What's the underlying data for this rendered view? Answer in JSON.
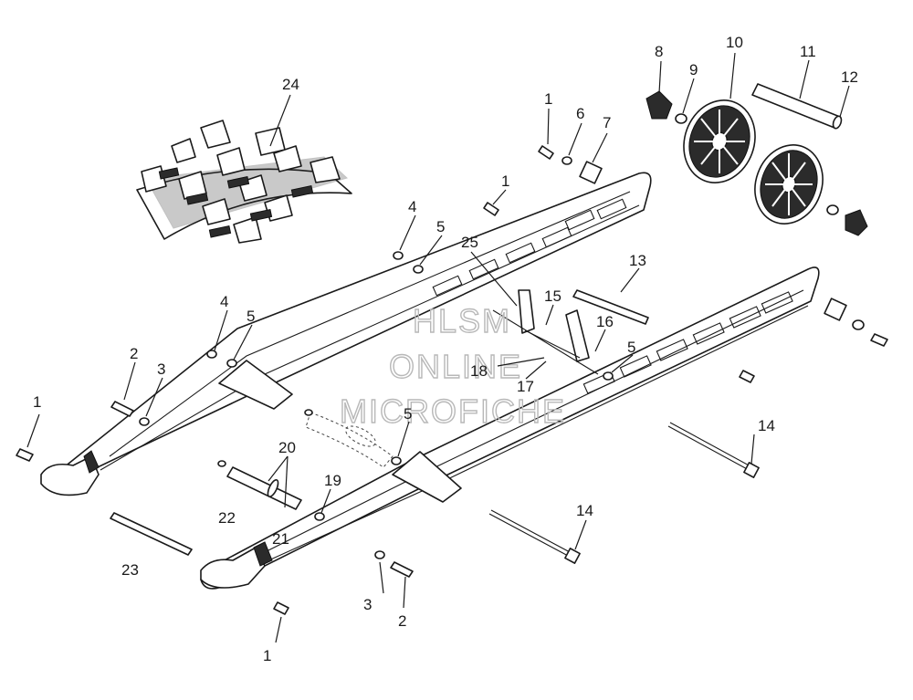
{
  "watermark": {
    "line1": "HLSM",
    "line2": "ONLINE",
    "line3": "MICROFICHE"
  },
  "callouts": [
    "1",
    "1",
    "1",
    "1",
    "2",
    "2",
    "3",
    "3",
    "4",
    "4",
    "5",
    "5",
    "5",
    "5",
    "6",
    "7",
    "8",
    "9",
    "10",
    "11",
    "12",
    "13",
    "14",
    "14",
    "15",
    "16",
    "17",
    "18",
    "19",
    "20",
    "21",
    "22",
    "23",
    "24",
    "25"
  ]
}
